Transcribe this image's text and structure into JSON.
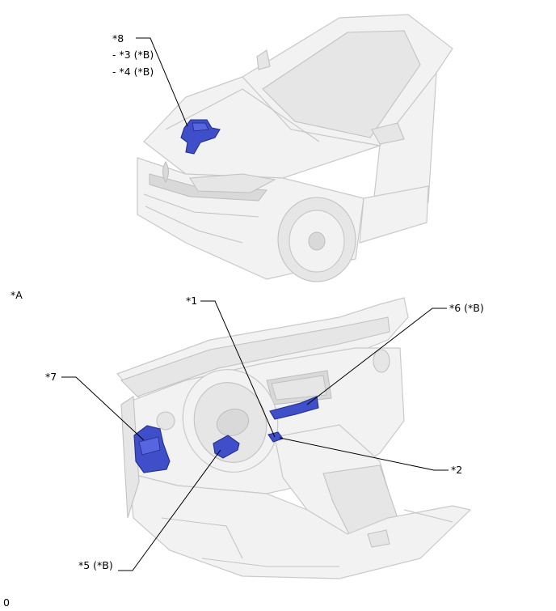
{
  "callouts": {
    "c8": "*8",
    "c3": "- *3 (*B)",
    "c4": "- *4 (*B)",
    "cA": "*A",
    "c1": "*1",
    "c6": "*6 (*B)",
    "c7": "*7",
    "c2": "*2",
    "c5": "*5 (*B)"
  },
  "footer": {
    "code": "0"
  },
  "colors": {
    "highlight": "#3f4fc9",
    "body": "#f2f2f2",
    "outline": "#c9c9c9"
  }
}
